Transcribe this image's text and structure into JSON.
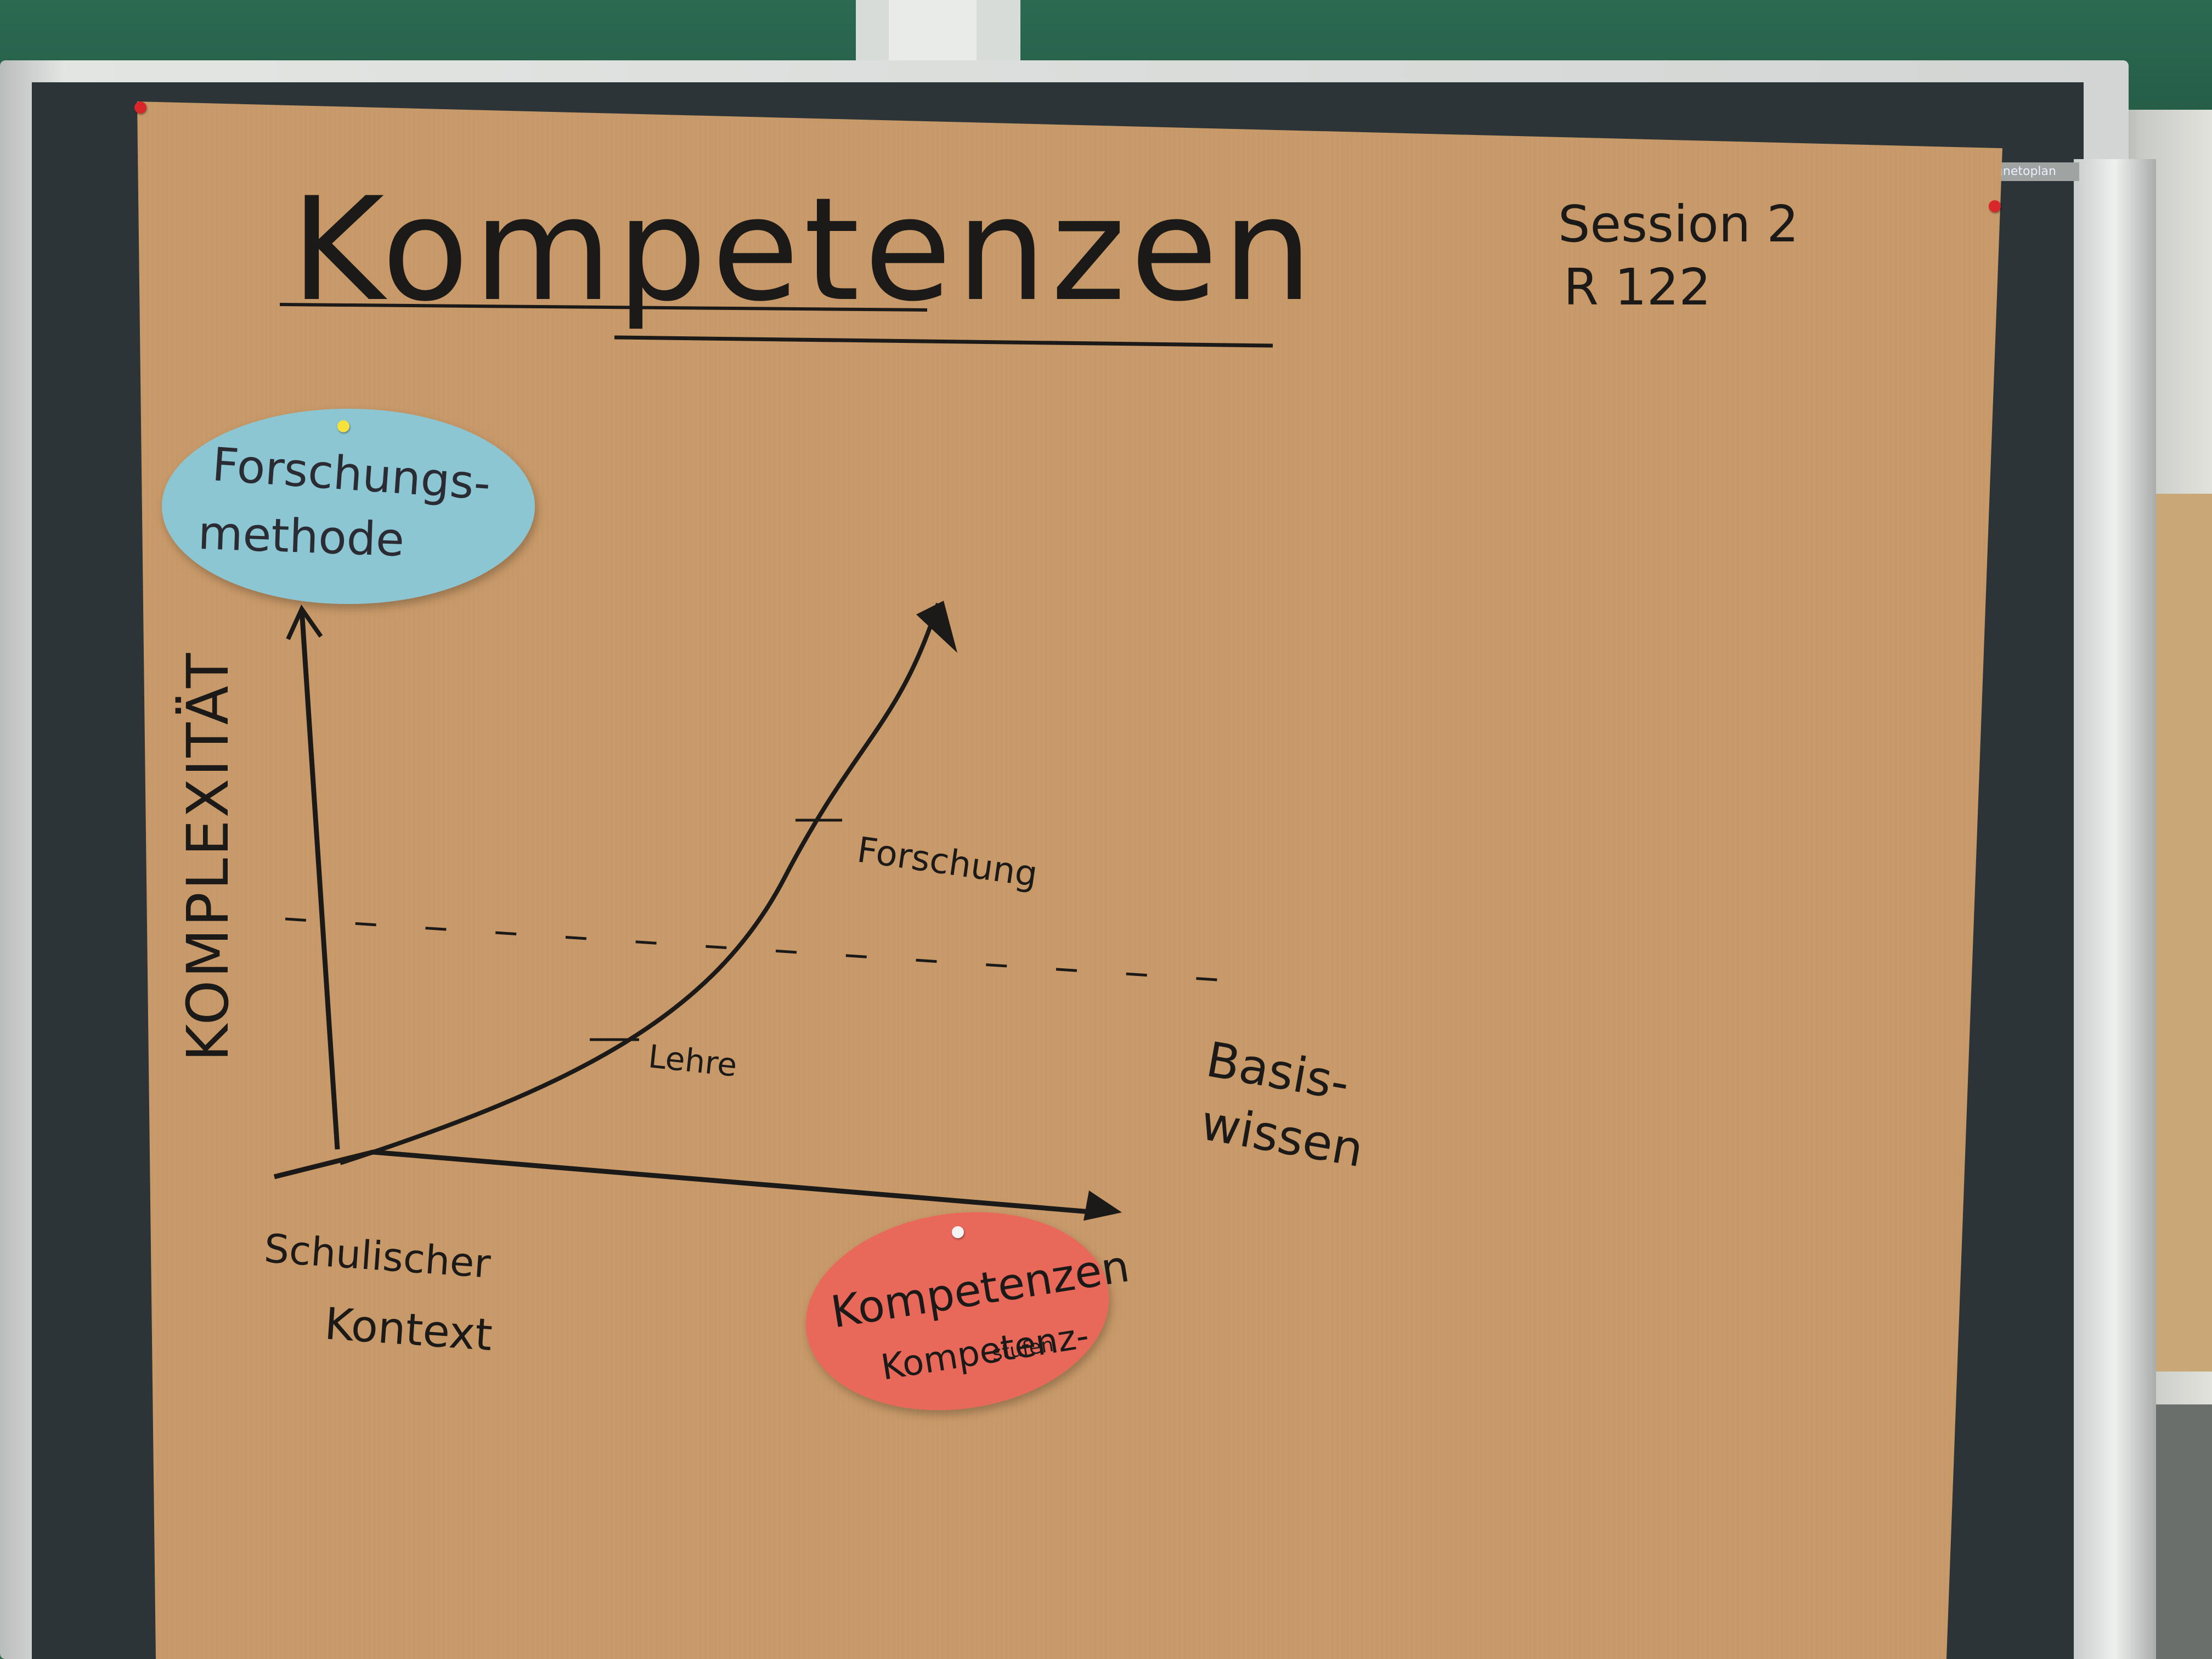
{
  "title": "Kompetenzen",
  "session": {
    "line1": "Session 2",
    "line2": "R 122"
  },
  "y_axis_label": "KOMPLEXITÄT",
  "origin_label": {
    "line1": "Schulischer",
    "line2": "Kontext"
  },
  "curve_labels": {
    "research": "Forschung",
    "teaching": "Lehre"
  },
  "threshold_label": {
    "line1": "Basis-",
    "line2": "wissen"
  },
  "cards": {
    "blue": {
      "line1": "Forschungs-",
      "line2": "methode",
      "color": "#8cc6d3"
    },
    "red": {
      "line1": "Kompetenzen",
      "line2": "Kompetenz-",
      "line3": "stufen",
      "color": "#e8685a"
    }
  },
  "brand": "magnetoplan",
  "colors": {
    "paper": "#c99a69",
    "ink": "#1c1a18",
    "felt": "#2d3438"
  }
}
